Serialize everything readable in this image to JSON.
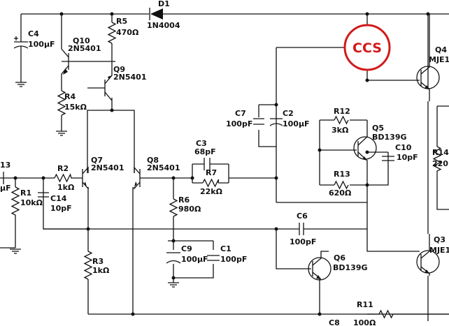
{
  "accent_color": "#d11a1a",
  "wire_color": "#111111",
  "highlight": {
    "text": "CCS"
  },
  "components": {
    "d1": {
      "ref": "D1",
      "value": "1N4004"
    },
    "c4": {
      "ref": "C4",
      "value": "100µF"
    },
    "q10": {
      "ref": "Q10",
      "value": "2N5401"
    },
    "r5": {
      "ref": "R5",
      "value": "470Ω"
    },
    "q9": {
      "ref": "Q9",
      "value": "2N5401"
    },
    "r4": {
      "ref": "R4",
      "value": "15kΩ"
    },
    "c7": {
      "ref": "C7",
      "value": "100pF"
    },
    "c2": {
      "ref": "C2",
      "value": "100µF"
    },
    "r12": {
      "ref": "R12",
      "value": "3kΩ"
    },
    "q5": {
      "ref": "Q5",
      "value": "BD139G"
    },
    "c10": {
      "ref": "C10",
      "value": "10pF"
    },
    "r13": {
      "ref": "R13",
      "value": "620Ω"
    },
    "q4": {
      "ref": "Q4",
      "value": "MJE1"
    },
    "r14": {
      "ref": "R14",
      "value": "220"
    },
    "c3": {
      "ref": "C3",
      "value": "68pF"
    },
    "r7": {
      "ref": "R7",
      "value": "22kΩ"
    },
    "q7": {
      "ref": "Q7",
      "value": "2N5401"
    },
    "q8": {
      "ref": "Q8",
      "value": "2N5401"
    },
    "r2": {
      "ref": "R2",
      "value": "1kΩ"
    },
    "c13": {
      "ref": "13",
      "value": "µF"
    },
    "r1": {
      "ref": "R1",
      "value": "10kΩ"
    },
    "c14": {
      "ref": "C14",
      "value": "10pF"
    },
    "r6": {
      "ref": "R6",
      "value": "980Ω"
    },
    "c9": {
      "ref": "C9",
      "value": "100µF"
    },
    "c1": {
      "ref": "C1",
      "value": "100pF"
    },
    "c6": {
      "ref": "C6",
      "value": "100pF"
    },
    "q6": {
      "ref": "Q6",
      "value": "BD139G"
    },
    "q3": {
      "ref": "Q3",
      "value": "MJE1"
    },
    "r3": {
      "ref": "R3",
      "value": "1kΩ"
    },
    "r11": {
      "ref": "R11",
      "value": "100Ω"
    },
    "c8": {
      "ref": "C8"
    }
  }
}
